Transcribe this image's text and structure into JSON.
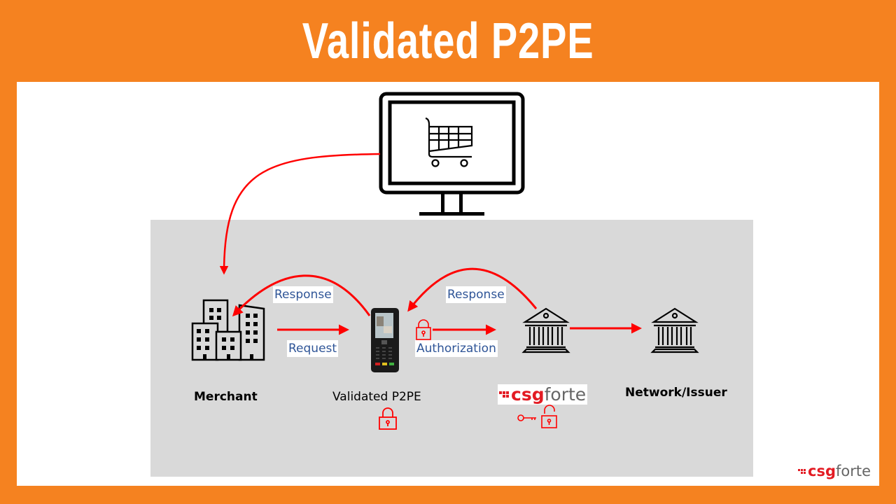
{
  "title": "Validated P2PE",
  "colors": {
    "frame": "#F58220",
    "arrow": "#FF0000",
    "label_text": "#2F5597",
    "gray_panel": "#D9D9D9",
    "brand_red": "#E31B23"
  },
  "nodes": {
    "computer": {
      "icon": "monitor-with-shopping-cart"
    },
    "merchant": {
      "label": "Merchant",
      "icon": "office-buildings"
    },
    "terminal": {
      "label": "Validated P2PE",
      "icon": "payment-terminal",
      "status_icon": "locked-padlock"
    },
    "gateway": {
      "logo_primary": "csg",
      "logo_secondary": "forte",
      "icon": "bank",
      "status_icons": [
        "key",
        "unlocked-padlock"
      ]
    },
    "network": {
      "label": "Network/Issuer",
      "icon": "bank"
    }
  },
  "edges": {
    "computer_to_merchant": {
      "label": ""
    },
    "merchant_to_terminal": {
      "label": "Request"
    },
    "terminal_to_merchant": {
      "label": "Response"
    },
    "terminal_to_gateway": {
      "label": "Authorization",
      "icon": "locked-padlock"
    },
    "gateway_to_terminal": {
      "label": "Response"
    },
    "gateway_to_network": {
      "label": ""
    }
  },
  "footer_logo": {
    "primary": "csg",
    "secondary": "forte"
  }
}
